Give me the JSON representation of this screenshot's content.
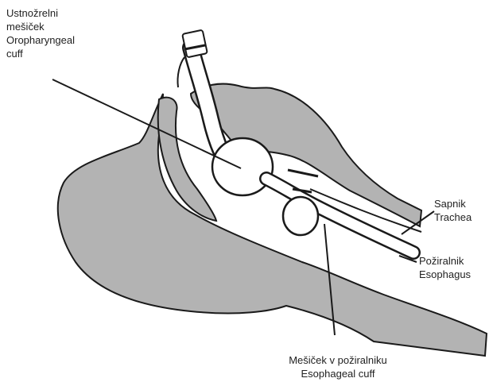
{
  "labels": {
    "oropharyngeal_cuff": {
      "line1": "Ustnožrelni",
      "line2": "mešiček",
      "line3": "Oropharyngeal",
      "line4": "cuff"
    },
    "trachea": {
      "line1": "Sapnik",
      "line2": "Trachea"
    },
    "esophagus": {
      "line1": "Požiralnik",
      "line2": "Esophagus"
    },
    "esophageal_cuff": {
      "line1": "Mešiček v požiralniku",
      "line2": "Esophageal cuff"
    }
  },
  "colors": {
    "tissue": "#b3b3b3",
    "outline": "#1a1a1a",
    "background": "#ffffff"
  }
}
